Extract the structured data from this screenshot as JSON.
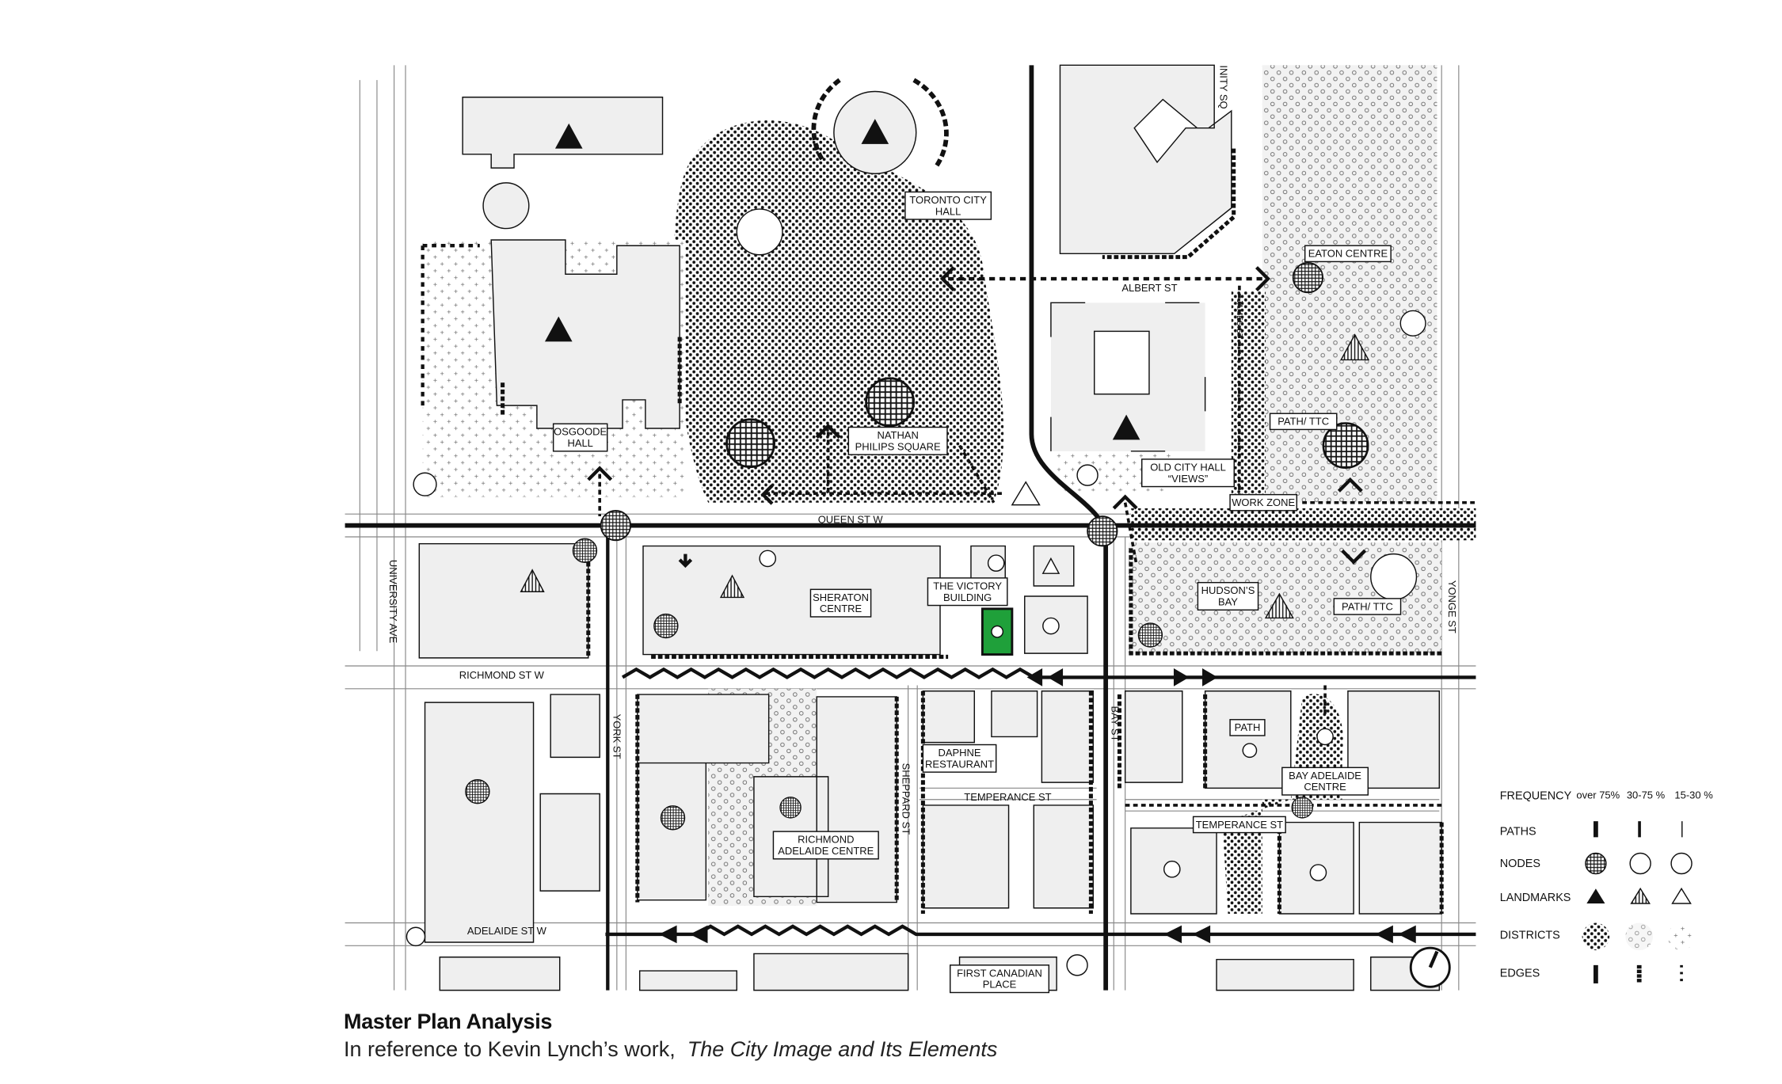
{
  "caption": {
    "title": "Master Plan Analysis",
    "subtitle_prefix": "In reference to Kevin Lynch’s work,",
    "subtitle_italic": "The City Image and Its Elements"
  },
  "streets": {
    "queen": "QUEEN ST W",
    "richmond": "RICHMOND ST W",
    "adelaide": "ADELAIDE ST W",
    "university": "UNIVERSITY AVE",
    "york": "YORK ST",
    "bay": "BAY ST",
    "sheppard": "SHEPPARD ST",
    "yonge": "YONGE ST",
    "temperance_1": "TEMPERANCE ST",
    "albert": "ALBERT ST",
    "james": "JAMES ST",
    "trinity": "INITY SQ"
  },
  "callouts": {
    "city_hall": [
      "TORONTO CITY",
      "HALL"
    ],
    "eaton": [
      "EATON CENTRE"
    ],
    "osgoode": [
      "OSGOODE",
      "HALL"
    ],
    "nathan": [
      "NATHAN",
      "PHILIPS SQUARE"
    ],
    "old_city_hall": [
      "OLD CITY HALL",
      "“VIEWS”"
    ],
    "path_ttc_1": [
      "PATH/ TTC"
    ],
    "work_zone": [
      "WORK ZONE"
    ],
    "sheraton": [
      "SHERATON",
      "CENTRE"
    ],
    "victory": [
      "THE VICTORY",
      "BUILDING"
    ],
    "hudsons": [
      "HUDSON’S",
      "BAY"
    ],
    "path_ttc_2": [
      "PATH/ TTC"
    ],
    "daphne": [
      "DAPHNE",
      "RESTAURANT"
    ],
    "path": [
      "PATH"
    ],
    "bay_adelaide": [
      "BAY ADELAIDE",
      "CENTRE"
    ],
    "temperance_2": [
      "TEMPERANCE ST"
    ],
    "richmond_adelaide": [
      "RICHMOND",
      "ADELAIDE CENTRE"
    ],
    "first_canadian": [
      "FIRST CANADIAN",
      "PLACE"
    ]
  },
  "legend": {
    "header": "FREQUENCY",
    "columns": [
      "over 75%",
      "30-75 %",
      "15-30  %"
    ],
    "rows": [
      "PATHS",
      "NODES",
      "LANDMARKS",
      "DISTRICTS",
      "EDGES"
    ]
  },
  "colors": {
    "ink": "#111111",
    "building_fill": "#efefef",
    "highlight_building": "#1fa03a"
  },
  "icons": [
    "north-arrow-icon",
    "landmark-triangle-icon",
    "node-circle-icon"
  ]
}
